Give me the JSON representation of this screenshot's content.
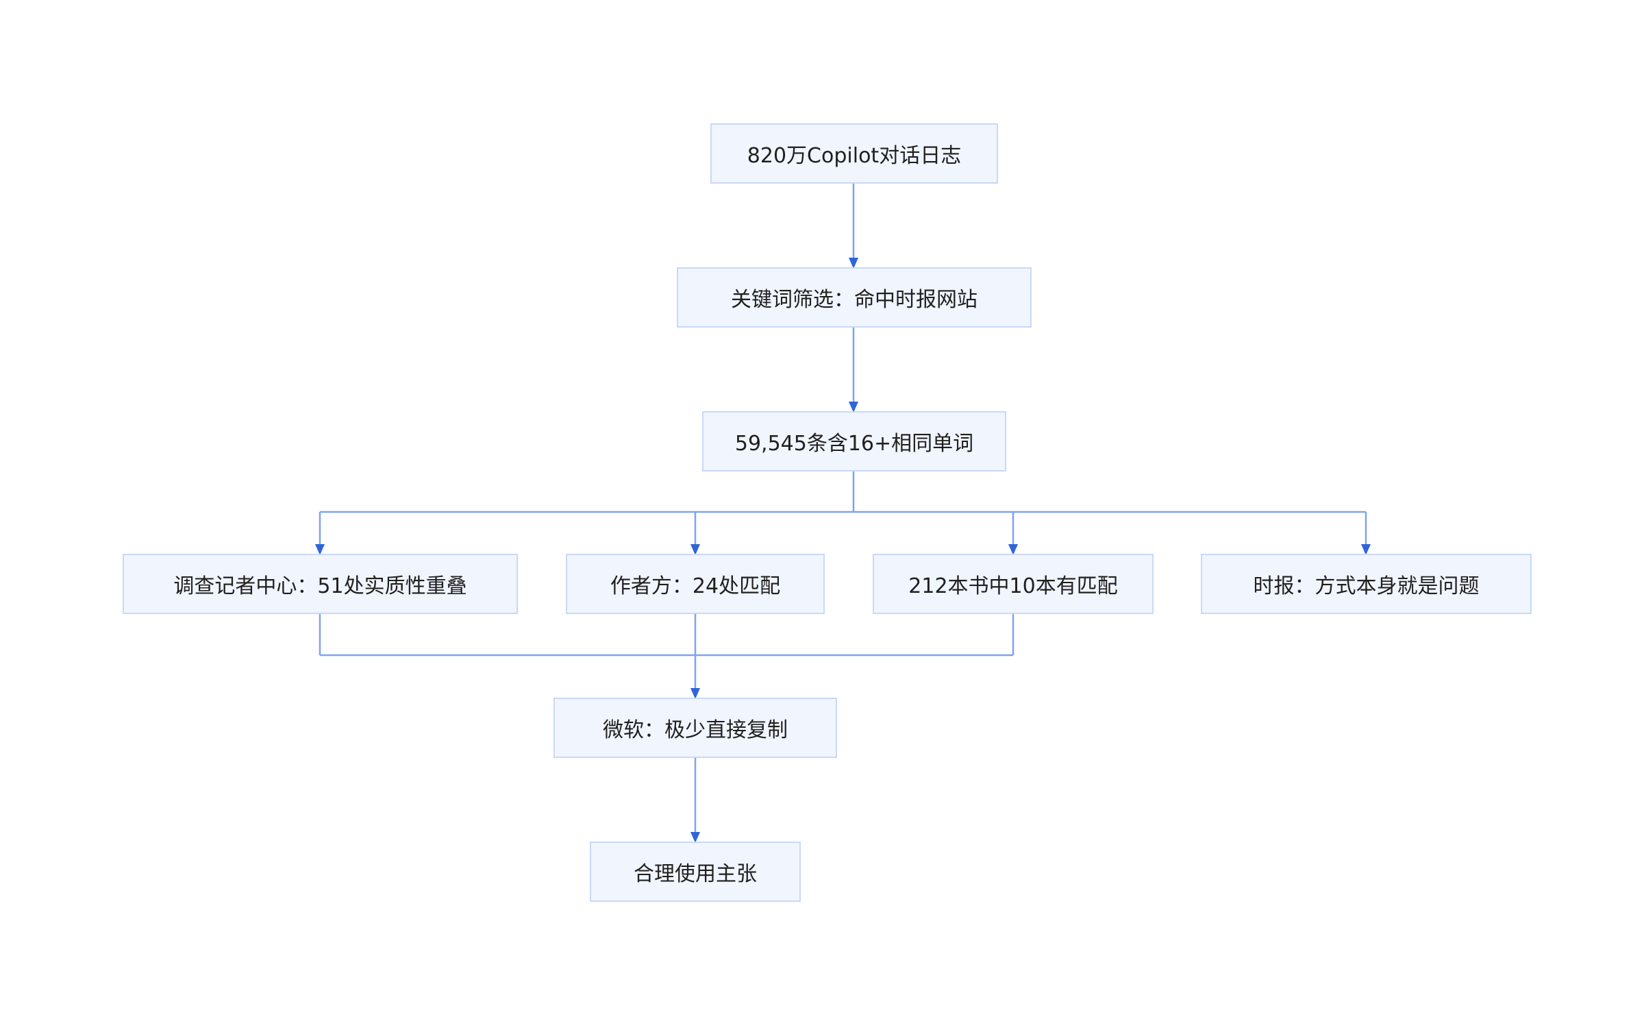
{
  "diagram": {
    "nodes": {
      "source_logs": "820万Copilot对话日志",
      "keyword_filter": "关键词筛选：命中时报网站",
      "matched_entries": "59,545条含16+相同单词",
      "investigative_center": "调查记者中心：51处实质性重叠",
      "author_side": "作者方：24处匹配",
      "books_match": "212本书中10本有匹配",
      "times_view": "时报：方式本身就是问题",
      "microsoft_view": "微软：极少直接复制",
      "fair_use": "合理使用主张"
    },
    "edges": [
      [
        "source_logs",
        "keyword_filter"
      ],
      [
        "keyword_filter",
        "matched_entries"
      ],
      [
        "matched_entries",
        "investigative_center"
      ],
      [
        "matched_entries",
        "author_side"
      ],
      [
        "matched_entries",
        "books_match"
      ],
      [
        "matched_entries",
        "times_view"
      ],
      [
        "investigative_center",
        "microsoft_view"
      ],
      [
        "author_side",
        "microsoft_view"
      ],
      [
        "books_match",
        "microsoft_view"
      ],
      [
        "microsoft_view",
        "fair_use"
      ]
    ],
    "colors": {
      "node_fill": "#f0f5fe",
      "node_border": "#c9d9f7",
      "edge_line": "#7ea3ef",
      "arrowhead": "#2f65d6",
      "text": "#1f1f1f"
    }
  }
}
